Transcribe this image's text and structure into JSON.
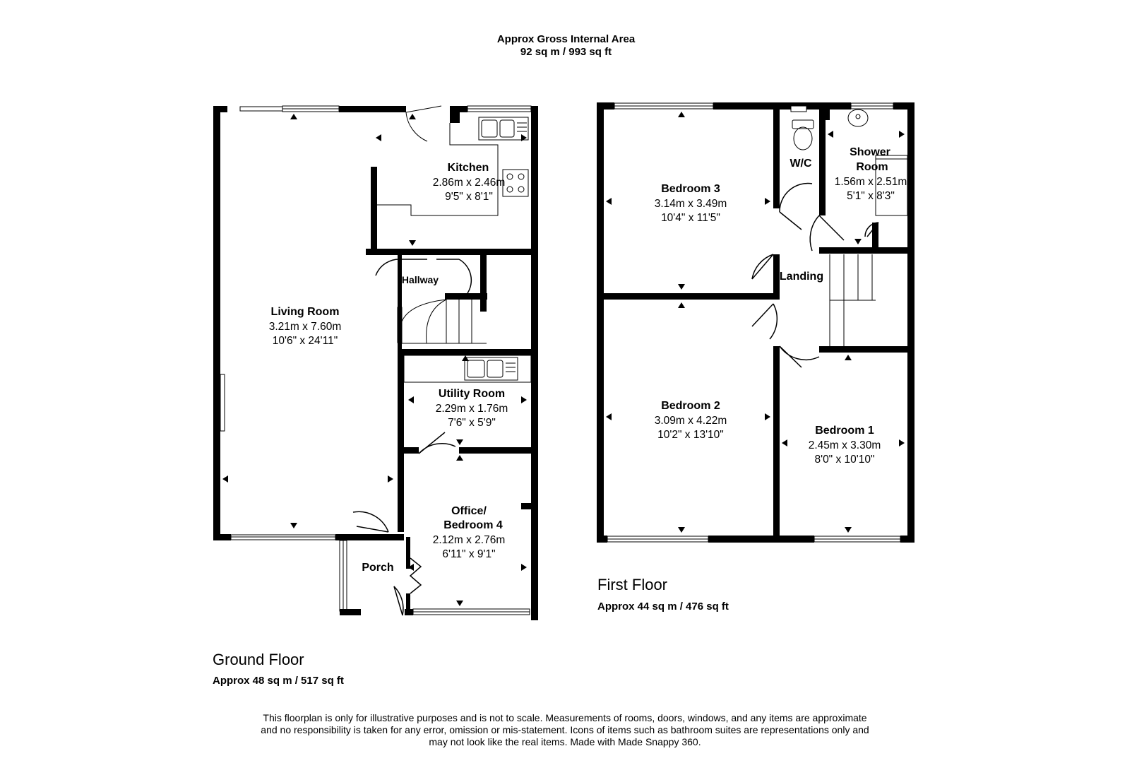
{
  "header": {
    "title": "Approx Gross Internal Area",
    "area": "92 sq m / 993 sq ft"
  },
  "ground_floor": {
    "title": "Ground Floor",
    "area": "Approx 48 sq m / 517 sq ft",
    "rooms": {
      "kitchen": {
        "name": "Kitchen",
        "metric": "2.86m x 2.46m",
        "imperial": "9'5\" x 8'1\""
      },
      "living_room": {
        "name": "Living Room",
        "metric": "3.21m x 7.60m",
        "imperial": "10'6\" x 24'11\""
      },
      "hallway": {
        "name": "Hallway"
      },
      "utility_room": {
        "name": "Utility Room",
        "metric": "2.29m x 1.76m",
        "imperial": "7'6\" x 5'9\""
      },
      "office": {
        "name_line1": "Office/",
        "name_line2": "Bedroom 4",
        "metric": "2.12m x 2.76m",
        "imperial": "6'11\" x 9'1\""
      },
      "porch": {
        "name": "Porch"
      }
    }
  },
  "first_floor": {
    "title": "First Floor",
    "area": "Approx 44 sq m / 476 sq ft",
    "rooms": {
      "bedroom3": {
        "name": "Bedroom 3",
        "metric": "3.14m x 3.49m",
        "imperial": "10'4\" x 11'5\""
      },
      "wc": {
        "name": "W/C"
      },
      "shower_room": {
        "name_line1": "Shower",
        "name_line2": "Room",
        "metric": "1.56m x 2.51m",
        "imperial": "5'1\" x 8'3\""
      },
      "landing": {
        "name": "Landing"
      },
      "bedroom2": {
        "name": "Bedroom 2",
        "metric": "3.09m x 4.22m",
        "imperial": "10'2\" x 13'10\""
      },
      "bedroom1": {
        "name": "Bedroom 1",
        "metric": "2.45m x 3.30m",
        "imperial": "8'0\" x 10'10\""
      }
    }
  },
  "disclaimer": {
    "line1": "This floorplan is only for illustrative purposes and is not to scale. Measurements of rooms, doors, windows, and any items are approximate",
    "line2": "and no responsibility is taken for any error, omission or mis-statement. Icons of items such as bathroom suites are representations only and",
    "line3": "may not look like the real items. Made with Made Snappy 360."
  }
}
